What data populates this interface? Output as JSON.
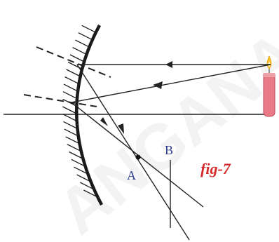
{
  "figure": {
    "label_a": "A",
    "label_b": "B",
    "caption": "fig-7",
    "watermark": "ANGANA",
    "colors": {
      "mirror": "#1a1a1a",
      "rays": "#222222",
      "points": "#2b3a8c",
      "caption": "#d42a2a",
      "candle_wax": "#e87a86",
      "flame": "#f5c12b"
    }
  }
}
